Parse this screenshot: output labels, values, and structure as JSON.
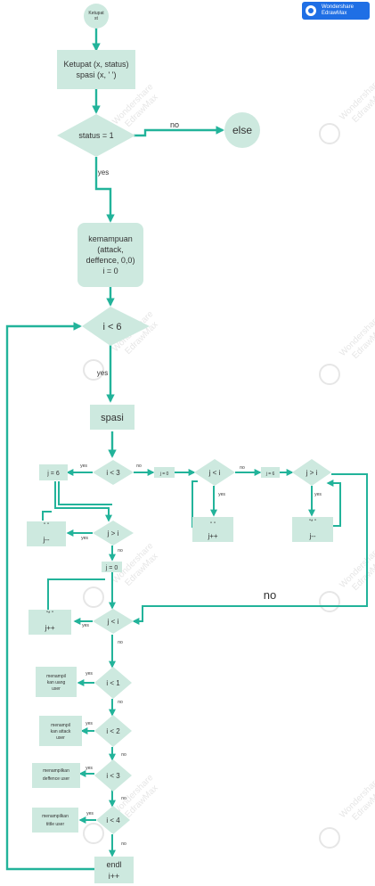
{
  "badge": {
    "line1": "Wondershare",
    "line2": "EdrawMax"
  },
  "watermark": {
    "line1": "Wondershare",
    "line2": "EdrawMax"
  },
  "nodes": {
    "start": "Ketupat",
    "start2": "st",
    "call1": "Ketupat (x, status)",
    "call2": "spasi (x, ' ')",
    "cond_status": "status = 1",
    "else": "else",
    "kemampuan1": "kemampuan",
    "kemampuan2": "(attack,",
    "kemampuan3": "deffence, 0,0)",
    "kemampuan4": "i = 0",
    "loop_i": "i < 6",
    "spasi": "spasi",
    "cond_i3": "i < 3",
    "j6_left": "j = 6",
    "j0_mid": "j = 0",
    "cond_jlti": "j < i",
    "j6_right": "j = 6",
    "cond_jgti": "j > i",
    "print_space": "\" \"",
    "jpp_a": "j++",
    "print_star": "\"* \"",
    "jmm_b": "j--",
    "jmm_left": "j--",
    "cond_jgti2": "j > i",
    "j0_lower": "j = 0",
    "print_star2": "\"* \"",
    "jpp_lower": "j++",
    "cond_jlti2": "j < i",
    "cond_i1": "i < 1",
    "show_uang": "menampil",
    "show_uang2": "kan uang",
    "show_uang3": "user",
    "cond_i2": "i < 2",
    "show_attack": "menampil",
    "show_attack2": "kan attack",
    "show_attack3": "user",
    "cond_i3b": "i < 3",
    "show_def": "menampilkan",
    "show_def2": "deffence user",
    "cond_i4": "i < 4",
    "show_title": "menampilkan",
    "show_title2": "tittle user",
    "endl": "endl",
    "ipp": "i++"
  },
  "labels": {
    "no_else": "no",
    "yes_status": "yes",
    "yes_loop": "yes",
    "yes_i3": "yes",
    "no_i3": "no",
    "no_jlti": "no",
    "yes_jlti": "yes",
    "yes_jgti": "yes",
    "no_big": "no",
    "yes_jgti2": "yes",
    "no_jgti2": "no",
    "yes_jlti2": "yes",
    "no_jlti2": "no",
    "yes_i1": "yes",
    "no_i1": "no",
    "yes_i2": "yes",
    "no_i2": "no",
    "yes_i3b": "yes",
    "no_i3b": "no",
    "yes_i4": "yes",
    "no_i4": "no"
  },
  "colors": {
    "node": "#cde9df",
    "edge": "#22b39a",
    "badge": "#1f6fe5"
  }
}
